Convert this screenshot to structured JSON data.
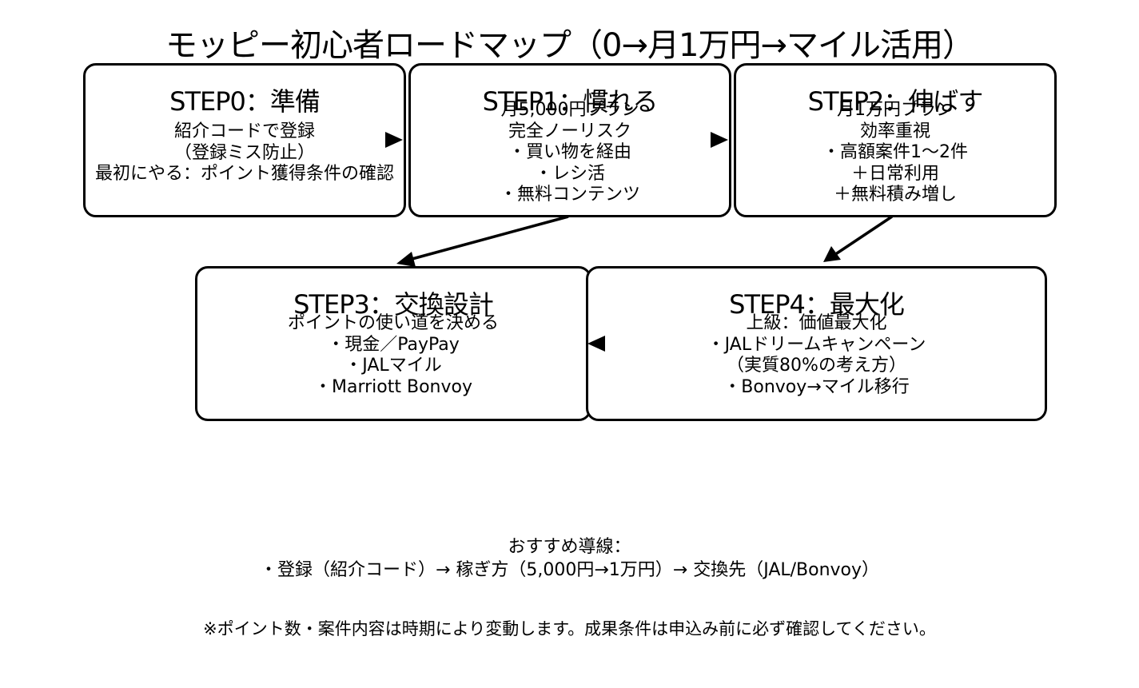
{
  "title": "モッピー初心者ロードマップ（0→月1万円→マイル活用）",
  "steps": [
    {
      "heading": "STEP0：準備",
      "lines": [
        "紹介コードで登録",
        "（登録ミス防止）",
        "最初にやる：ポイント獲得条件の確認"
      ]
    },
    {
      "heading": "STEP1：慣れる",
      "lines": [
        "月5,000円プラン",
        "完全ノーリスク",
        "・買い物を経由",
        "・レシ活",
        "・無料コンテンツ"
      ]
    },
    {
      "heading": "STEP2：伸ばす",
      "lines": [
        "月1万円プラン",
        "効率重視",
        "・高額案件1〜2件",
        "＋日常利用",
        "＋無料積み増し"
      ]
    },
    {
      "heading": "STEP3：交換設計",
      "lines": [
        "ポイントの使い道を決める",
        "・現金／PayPay",
        "・JALマイル",
        "・Marriott Bonvoy"
      ]
    },
    {
      "heading": "STEP4：最大化",
      "lines": [
        "上級：価値最大化",
        "・JALドリームキャンペーン",
        "（実質80%の考え方）",
        "・Bonvoy→マイル移行"
      ]
    }
  ],
  "recommendation": {
    "heading": "おすすめ導線：",
    "path": "・登録（紹介コード）→ 稼ぎ方（5,000円→1万円）→ 交換先（JAL/Bonvoy）"
  },
  "footnote": "※ポイント数・案件内容は時期により変動します。成果条件は申込み前に必ず確認してください。"
}
